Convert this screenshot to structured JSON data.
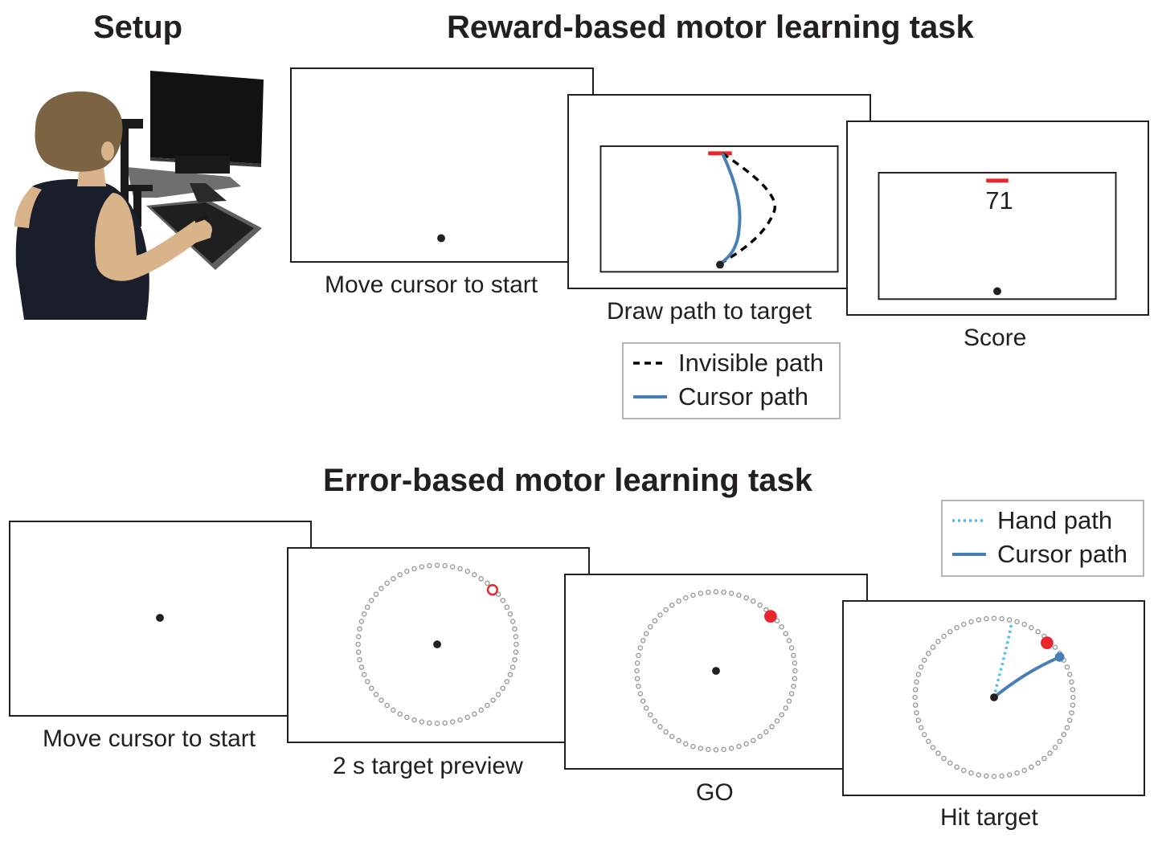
{
  "headings": {
    "setup": "Setup",
    "reward": "Reward-based motor learning task",
    "error": "Error-based motor learning task"
  },
  "reward_task": {
    "captions": {
      "start": "Move cursor to start",
      "draw": "Draw path to target",
      "score": "Score"
    },
    "score_value": "71",
    "legend": {
      "invisible_path": "Invisible path",
      "cursor_path": "Cursor path"
    }
  },
  "error_task": {
    "captions": {
      "start": "Move cursor to start",
      "preview": "2 s target preview",
      "go": "GO",
      "hit": "Hit target"
    },
    "legend": {
      "hand_path": "Hand path",
      "cursor_path": "Cursor path"
    }
  },
  "colors": {
    "target_red": "#e8262c",
    "cursor_blue": "#4a7fb5",
    "hand_cyan": "#52bde6",
    "ring_gray": "#9a9a9a",
    "frame_black": "#231f20"
  }
}
